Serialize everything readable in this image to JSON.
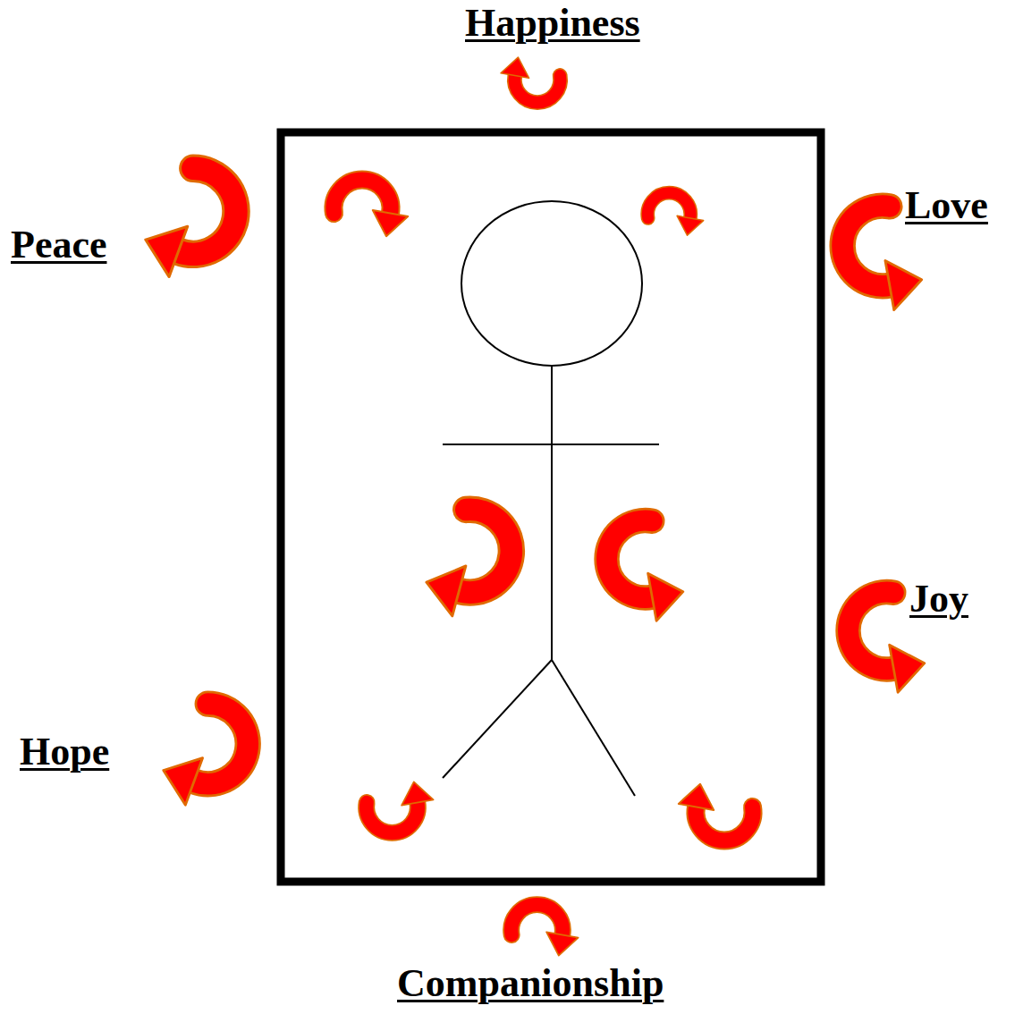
{
  "diagram": {
    "labels": [
      "Happiness",
      "Love",
      "Peace",
      "Joy",
      "Hope",
      "Companionship"
    ]
  }
}
